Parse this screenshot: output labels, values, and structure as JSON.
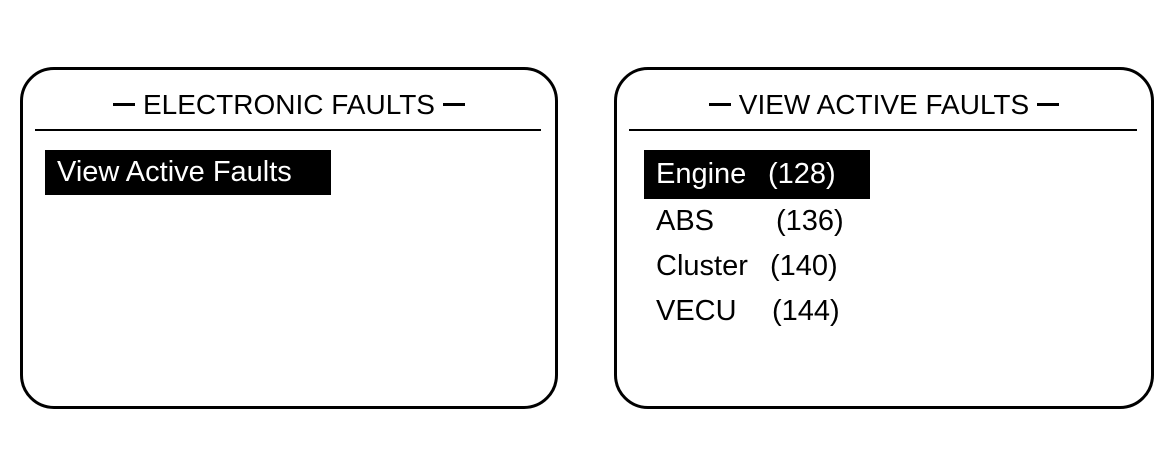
{
  "left_screen": {
    "title": "ELECTRONIC FAULTS",
    "menu": [
      {
        "label": "View Active Faults",
        "selected": true
      }
    ]
  },
  "right_screen": {
    "title": "VIEW ACTIVE FAULTS",
    "menu": [
      {
        "name": "Engine",
        "code": "(128)",
        "selected": true
      },
      {
        "name": "ABS",
        "code": "(136)",
        "selected": false
      },
      {
        "name": "Cluster",
        "code": "(140)",
        "selected": false
      },
      {
        "name": "VECU",
        "code": "(144)",
        "selected": false
      }
    ]
  },
  "colors": {
    "foreground": "#000000",
    "background": "#ffffff",
    "highlight": "#000000"
  }
}
